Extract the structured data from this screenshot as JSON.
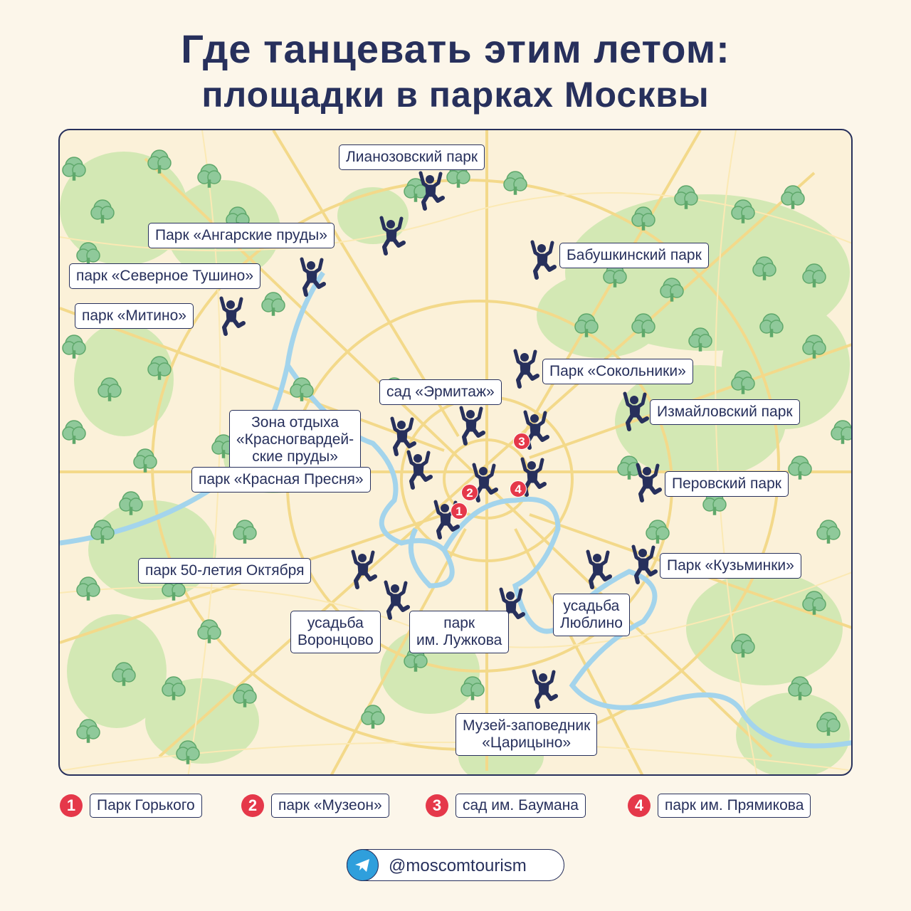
{
  "title": {
    "line1": "Где танцевать этим летом:",
    "line2": "площадки в парках Москвы"
  },
  "map_labels": [
    "Лианозовский парк",
    "Парк «Ангарские пруды»",
    "Бабушкинский парк",
    "парк «Северное Тушино»",
    "парк «Митино»",
    "Парк «Сокольники»",
    "сад «Эрмитаж»",
    "Измайловский парк",
    "Зона отдыха\n«Красногвардей-\nские пруды»",
    "парк «Красная Пресня»",
    "Перовский парк",
    "Парк «Кузьминки»",
    "парк 50-летия Октября",
    "усадьба\nЛюблино",
    "усадьба\nВоронцово",
    "парк\nим. Лужкова",
    "Музей-заповедник\n«Царицыно»"
  ],
  "markers": [
    "1",
    "2",
    "3",
    "4"
  ],
  "legend": [
    {
      "num": "1",
      "label": "Парк Горького"
    },
    {
      "num": "2",
      "label": "парк «Музеон»"
    },
    {
      "num": "3",
      "label": "сад им. Баумана"
    },
    {
      "num": "4",
      "label": "парк им. Прямикова"
    }
  ],
  "footer": {
    "icon": "telegram-icon",
    "handle": "@moscomtourism"
  },
  "colors": {
    "navy": "#27305c",
    "red": "#e5384a",
    "green": "#cfe6b0",
    "road": "#f5dc8a",
    "water": "#9fd3ec"
  }
}
